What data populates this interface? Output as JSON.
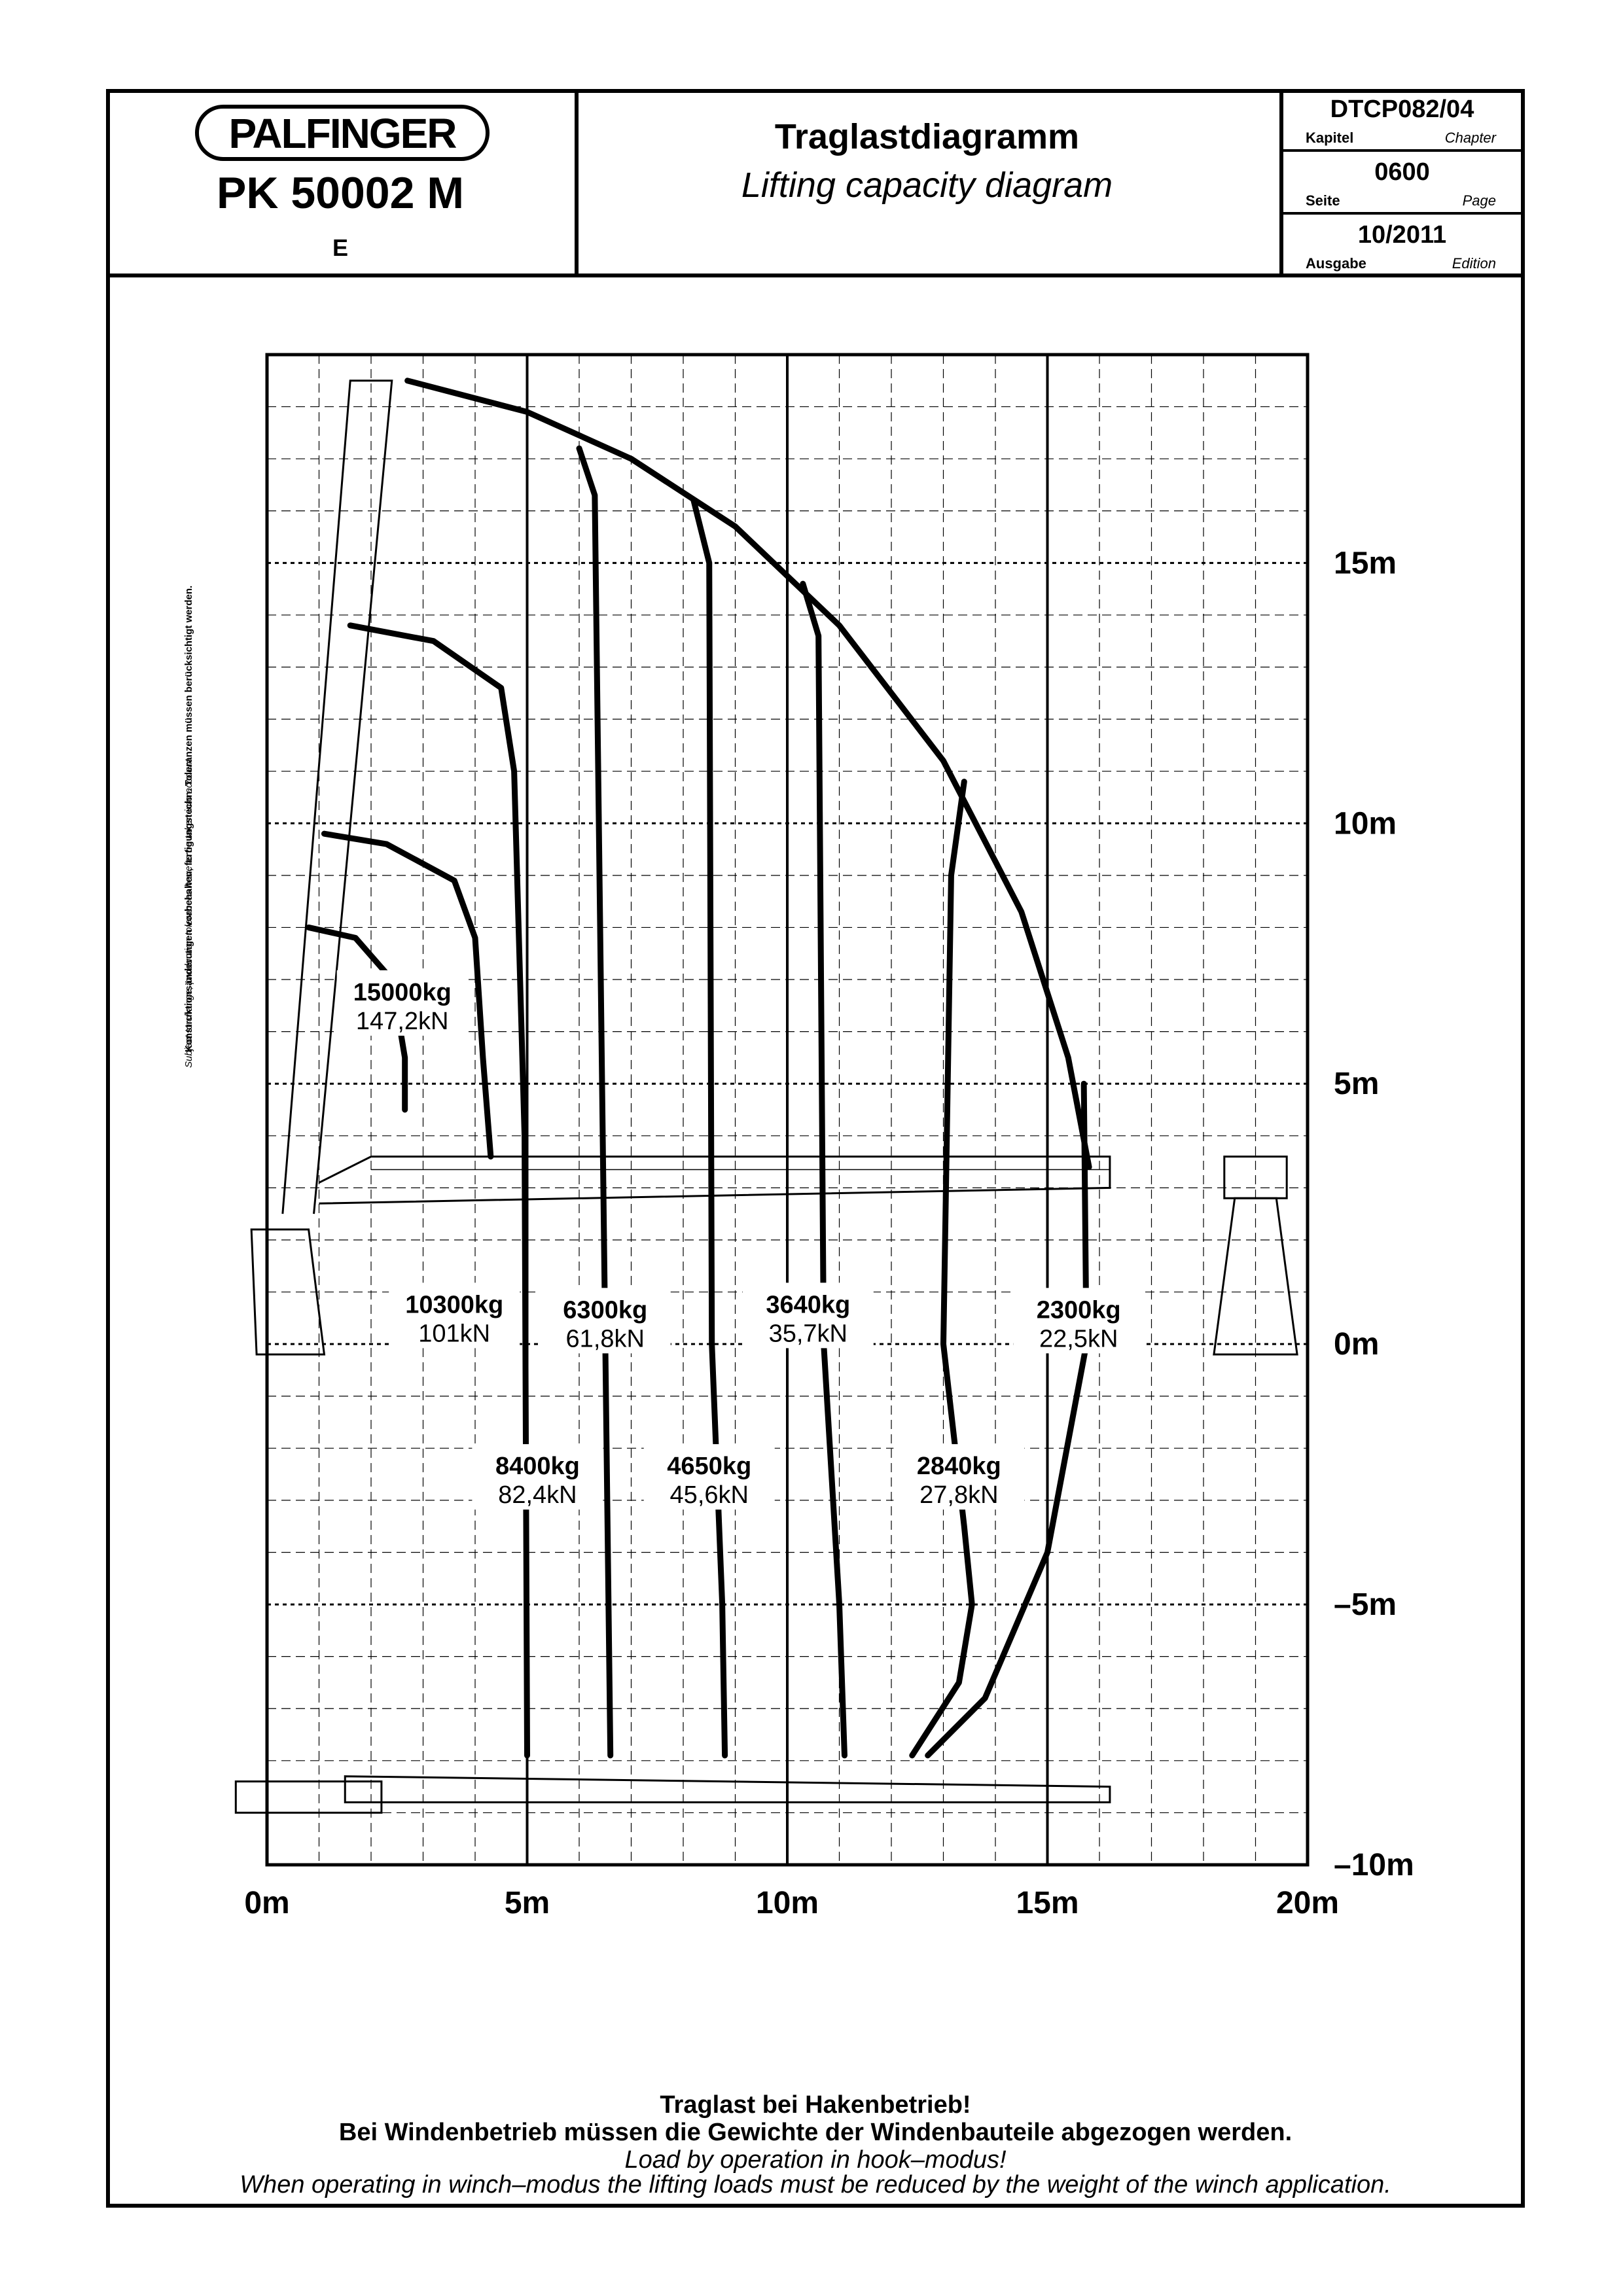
{
  "header": {
    "brand": "PALFINGER",
    "model": "PK 50002 M",
    "variant": "E",
    "title_de": "Traglastdiagramm",
    "title_en": "Lifting capacity diagram",
    "meta": [
      {
        "value": "DTCP082/04",
        "label_de": "Kapitel",
        "label_en": "Chapter"
      },
      {
        "value": "0600",
        "label_de": "Seite",
        "label_en": "Page"
      },
      {
        "value": "10/2011",
        "label_de": "Ausgabe",
        "label_en": "Edition"
      }
    ]
  },
  "side_note": {
    "de": "Konstruktionsänderungen vorbehalten, fertigungstechn. Toleranzen müssen berücksichtigt werden.",
    "en": "Subject to change, production tolerances have to be taken into account."
  },
  "chart_data": {
    "type": "load-chart",
    "x_unit": "m",
    "y_unit": "m",
    "xlim": [
      0,
      20
    ],
    "ylim": [
      -10,
      19
    ],
    "x_ticks": [
      {
        "value": 0,
        "label": "0m"
      },
      {
        "value": 5,
        "label": "5m"
      },
      {
        "value": 10,
        "label": "10m"
      },
      {
        "value": 15,
        "label": "15m"
      },
      {
        "value": 20,
        "label": "20m"
      }
    ],
    "y_ticks": [
      {
        "value": 15,
        "label": "15m"
      },
      {
        "value": 10,
        "label": "10m"
      },
      {
        "value": 5,
        "label": "5m"
      },
      {
        "value": 0,
        "label": "0m"
      },
      {
        "value": -5,
        "label": "–5m"
      },
      {
        "value": -10,
        "label": "–10m"
      }
    ],
    "grid": true,
    "load_labels": [
      {
        "kg": "15000kg",
        "kn": "147,2kN",
        "x": 2.6,
        "y": 6.6
      },
      {
        "kg": "10300kg",
        "kn": "101kN",
        "x": 3.6,
        "y": 0.6
      },
      {
        "kg": "6300kg",
        "kn": "61,8kN",
        "x": 6.5,
        "y": 0.5
      },
      {
        "kg": "3640kg",
        "kn": "35,7kN",
        "x": 10.4,
        "y": 0.6
      },
      {
        "kg": "2300kg",
        "kn": "22,5kN",
        "x": 15.6,
        "y": 0.5
      },
      {
        "kg": "8400kg",
        "kn": "82,4kN",
        "x": 5.2,
        "y": -2.5
      },
      {
        "kg": "4650kg",
        "kn": "45,6kN",
        "x": 8.5,
        "y": -2.5
      },
      {
        "kg": "2840kg",
        "kn": "27,8kN",
        "x": 13.3,
        "y": -2.5
      }
    ],
    "curves": [
      {
        "name": "15000kg",
        "points": [
          [
            0.8,
            8.0
          ],
          [
            1.7,
            7.8
          ],
          [
            2.4,
            7.0
          ],
          [
            2.65,
            5.5
          ],
          [
            2.65,
            4.5
          ]
        ]
      },
      {
        "name": "10300kg",
        "points": [
          [
            1.1,
            9.8
          ],
          [
            2.3,
            9.6
          ],
          [
            3.6,
            8.9
          ],
          [
            4.0,
            7.8
          ],
          [
            4.15,
            5.5
          ],
          [
            4.3,
            3.6
          ]
        ]
      },
      {
        "name": "8400kg",
        "points": [
          [
            1.6,
            13.8
          ],
          [
            3.2,
            13.5
          ],
          [
            4.5,
            12.6
          ],
          [
            4.75,
            11.0
          ],
          [
            4.95,
            4.0
          ],
          [
            5.0,
            -7.9
          ]
        ]
      },
      {
        "name": "6300kg",
        "points": [
          [
            6.0,
            17.2
          ],
          [
            6.3,
            16.3
          ],
          [
            6.6,
            -7.9
          ]
        ]
      },
      {
        "name": "4650kg",
        "points": [
          [
            8.2,
            16.2
          ],
          [
            8.5,
            15.0
          ],
          [
            8.55,
            0
          ],
          [
            8.75,
            -5
          ],
          [
            8.8,
            -7.9
          ]
        ]
      },
      {
        "name": "3640kg",
        "points": [
          [
            10.3,
            14.6
          ],
          [
            10.6,
            13.6
          ],
          [
            10.7,
            0
          ],
          [
            11.0,
            -5
          ],
          [
            11.1,
            -7.9
          ]
        ]
      },
      {
        "name": "2840kg",
        "points": [
          [
            13.4,
            10.8
          ],
          [
            13.15,
            9.0
          ],
          [
            13.0,
            0
          ],
          [
            13.4,
            -3.5
          ],
          [
            13.55,
            -5
          ],
          [
            13.3,
            -6.5
          ],
          [
            12.4,
            -7.9
          ]
        ]
      },
      {
        "name": "2300kg",
        "points": [
          [
            15.7,
            5.0
          ],
          [
            15.75,
            0
          ],
          [
            15.0,
            -4.0
          ],
          [
            13.8,
            -6.8
          ],
          [
            12.7,
            -7.9
          ]
        ]
      },
      {
        "name": "envelope",
        "points": [
          [
            2.7,
            18.5
          ],
          [
            5.0,
            17.9
          ],
          [
            7.0,
            17.0
          ],
          [
            9.0,
            15.7
          ],
          [
            11.0,
            13.8
          ],
          [
            13.0,
            11.2
          ],
          [
            14.5,
            8.3
          ],
          [
            15.4,
            5.5
          ],
          [
            15.8,
            3.4
          ]
        ]
      }
    ]
  },
  "footer": {
    "line1": "Traglast bei Hakenbetrieb!",
    "line2": "Bei Windenbetrieb müssen die Gewichte der Windenbauteile abgezogen werden.",
    "line3": "Load by operation in hook–modus!",
    "line4": "When operating in winch–modus the lifting loads must be reduced by the weight of the winch application."
  }
}
